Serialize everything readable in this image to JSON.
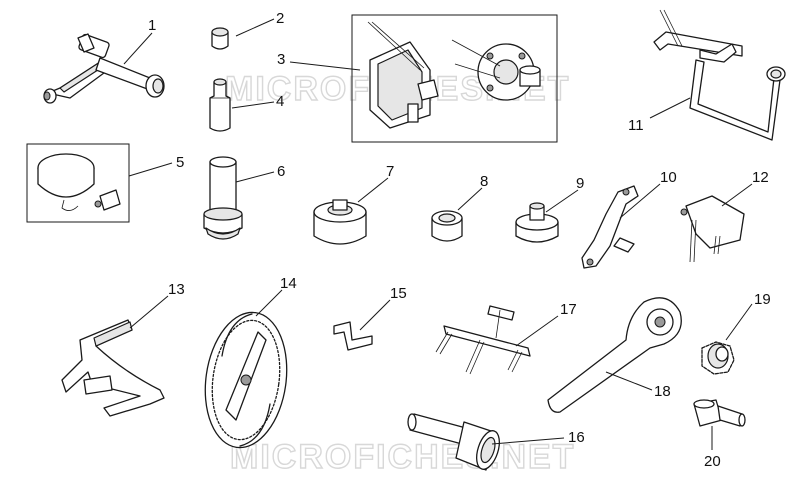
{
  "watermark": {
    "top": "MICROFICHES.NET",
    "bottom": "MICROFICHES.NET"
  },
  "callouts": {
    "p1": "1",
    "p2": "2",
    "p3": "3",
    "p4": "4",
    "p5": "5",
    "p6": "6",
    "p7": "7",
    "p8": "8",
    "p9": "9",
    "p10": "10",
    "p11": "11",
    "p12": "12",
    "p13": "13",
    "p14": "14",
    "p15": "15",
    "p16": "16",
    "p17": "17",
    "p18": "18",
    "p19": "19",
    "p20": "20"
  }
}
